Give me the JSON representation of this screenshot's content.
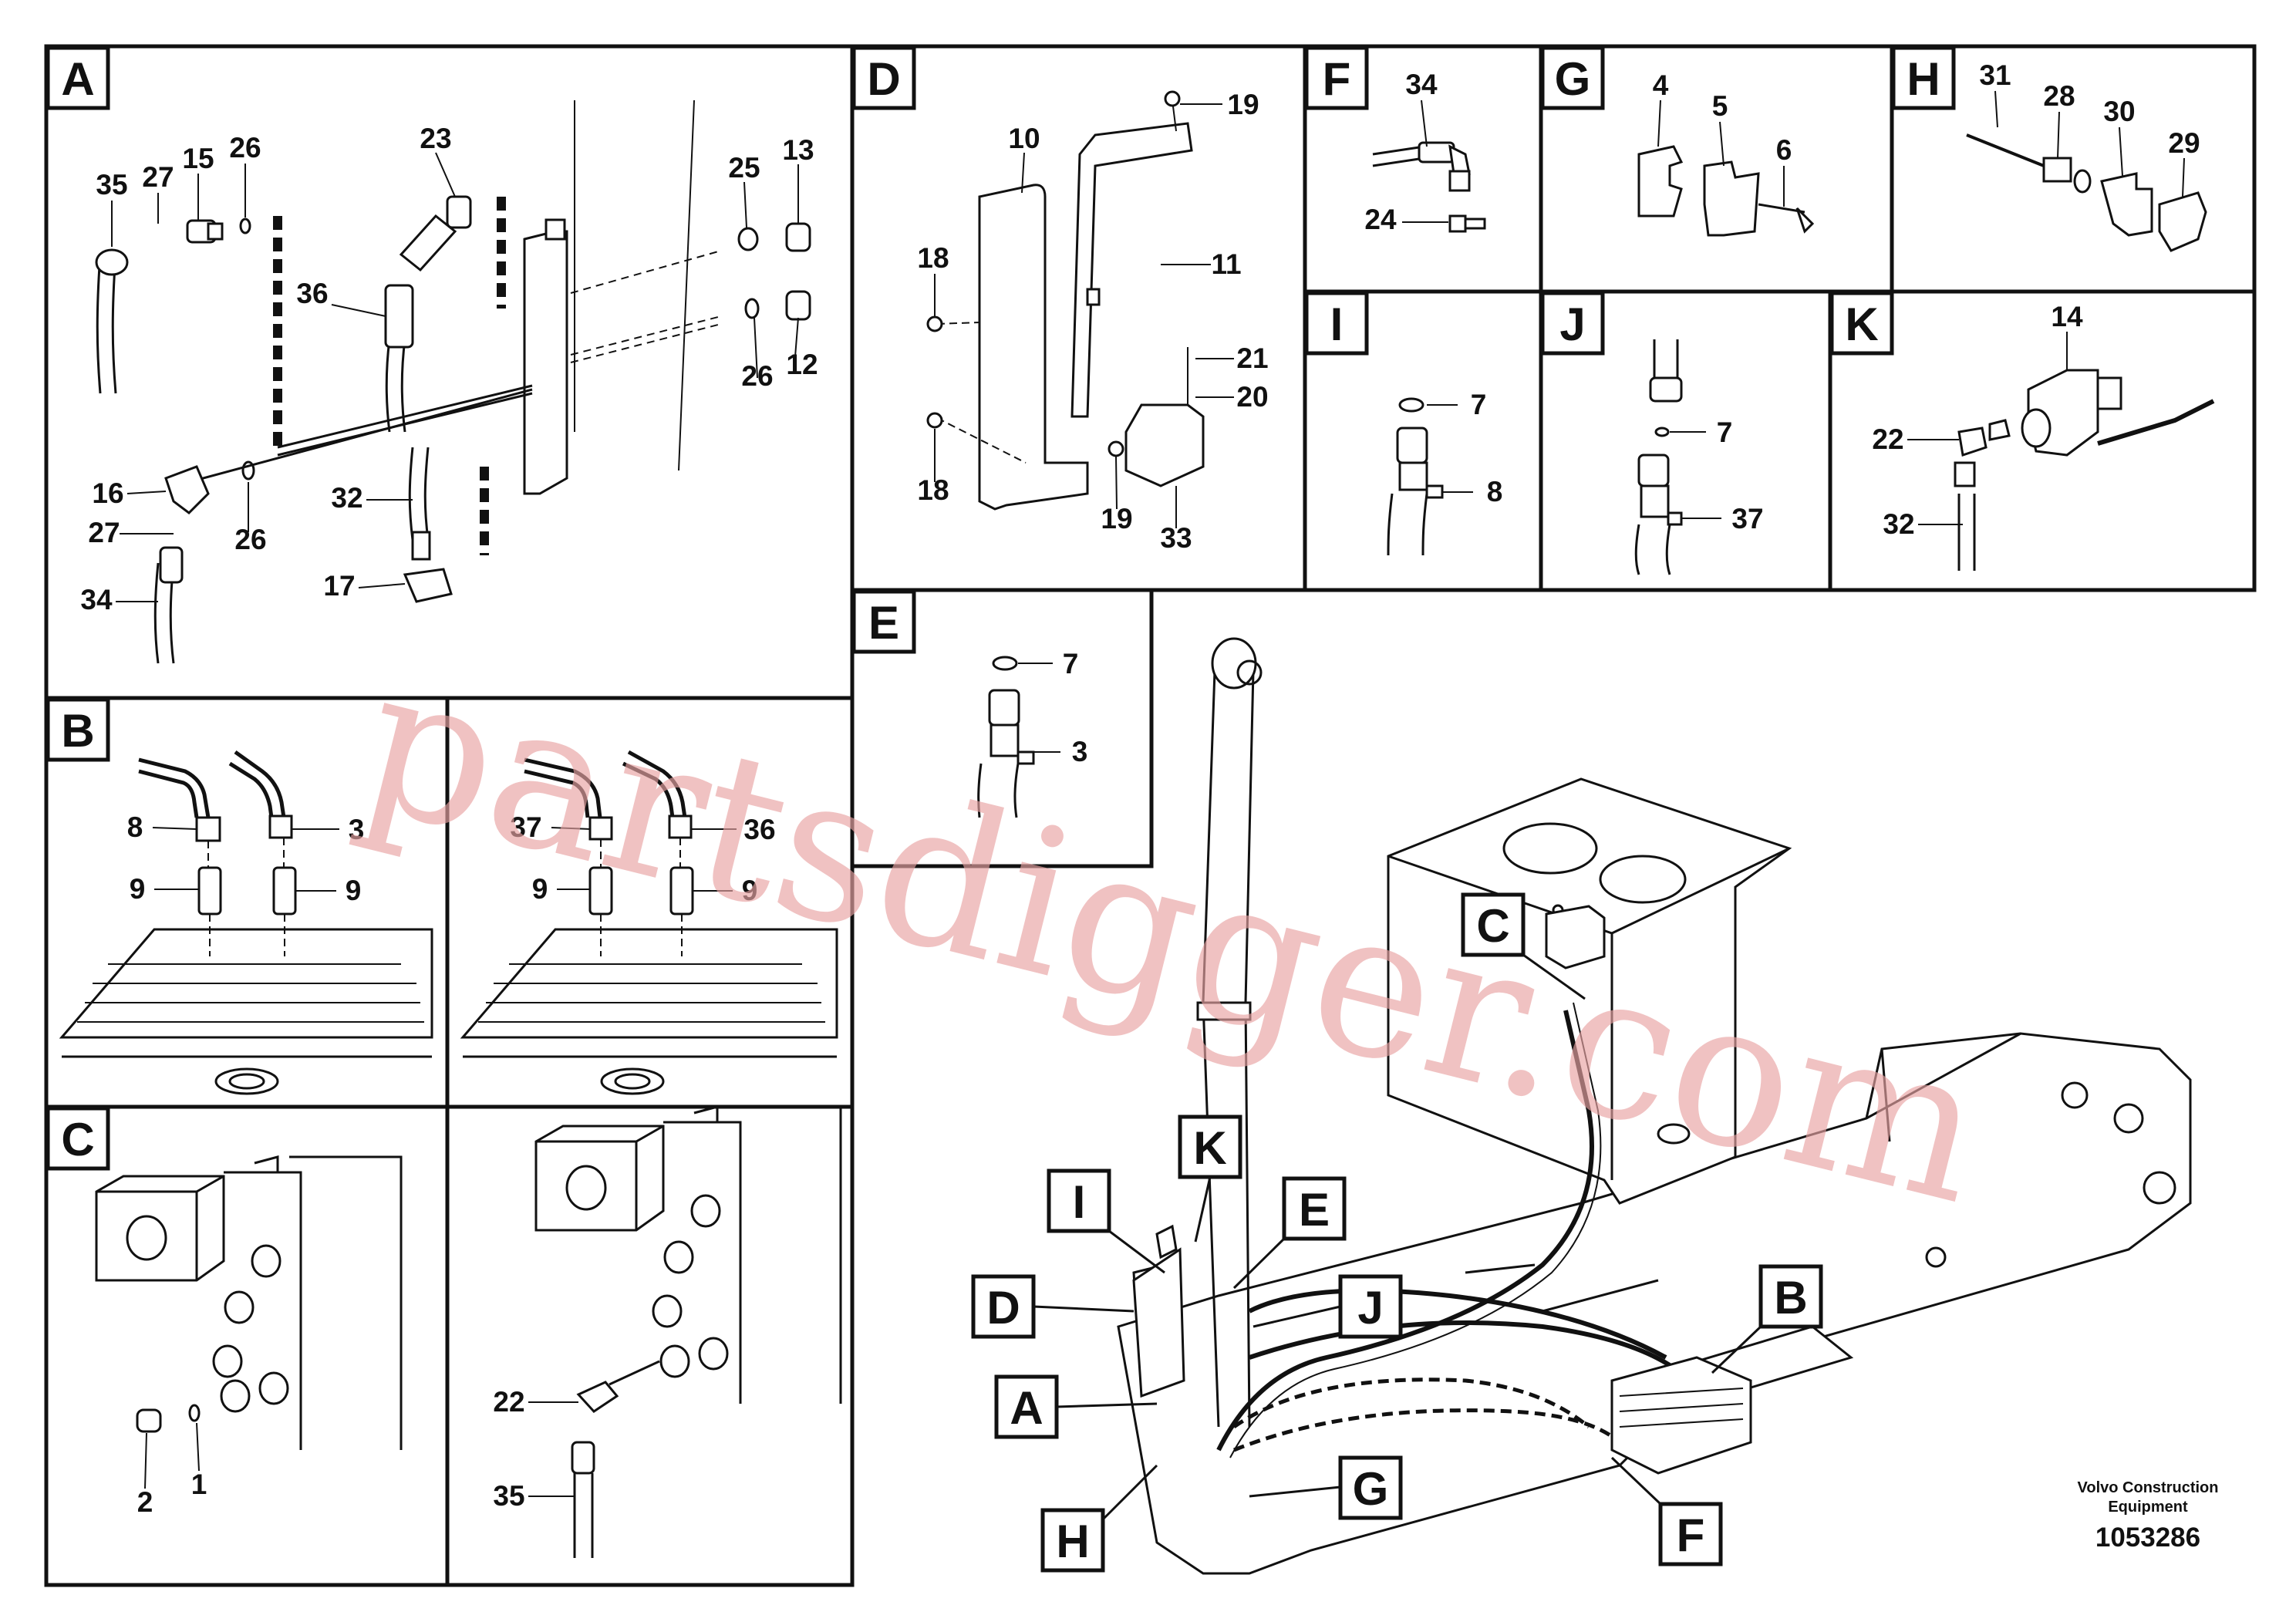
{
  "watermark": "partsdigger.com",
  "caption": {
    "line1": "Volvo Construction",
    "line2": "Equipment",
    "ref": "1053286"
  },
  "panels": {
    "A": "A",
    "B": "B",
    "C": "C",
    "D": "D",
    "E": "E",
    "F": "F",
    "G": "G",
    "H": "H",
    "I": "I",
    "J": "J",
    "K": "K"
  },
  "callouts": {
    "A": {
      "n35": "35",
      "n27a": "27",
      "n15": "15",
      "n26a": "26",
      "n23": "23",
      "n36": "36",
      "n25": "25",
      "n13": "13",
      "n26b": "26",
      "n12": "12",
      "n16": "16",
      "n27b": "27",
      "n26c": "26",
      "n34": "34",
      "n32": "32",
      "n17": "17"
    },
    "B1": {
      "n8": "8",
      "n3": "3",
      "n9a": "9",
      "n9b": "9"
    },
    "B2": {
      "n37": "37",
      "n36": "36",
      "n9a": "9",
      "n9b": "9"
    },
    "C1": {
      "n2": "2",
      "n1": "1"
    },
    "C2": {
      "n22": "22",
      "n35": "35"
    },
    "D": {
      "n19a": "19",
      "n10": "10",
      "n11": "11",
      "n18a": "18",
      "n21": "21",
      "n20": "20",
      "n18b": "18",
      "n19b": "19",
      "n33": "33"
    },
    "E": {
      "n7": "7",
      "n3": "3"
    },
    "F": {
      "n34": "34",
      "n24": "24"
    },
    "G": {
      "n4": "4",
      "n5": "5",
      "n6": "6"
    },
    "H": {
      "n31": "31",
      "n28": "28",
      "n30": "30",
      "n29": "29"
    },
    "I": {
      "n7": "7",
      "n8": "8"
    },
    "J": {
      "n7": "7",
      "n37": "37"
    },
    "K": {
      "n14": "14",
      "n22": "22",
      "n32": "32"
    }
  },
  "machine_labels": {
    "C": "C",
    "K": "K",
    "I": "I",
    "E": "E",
    "D": "D",
    "J": "J",
    "B": "B",
    "A": "A",
    "G": "G",
    "H": "H",
    "F": "F"
  }
}
